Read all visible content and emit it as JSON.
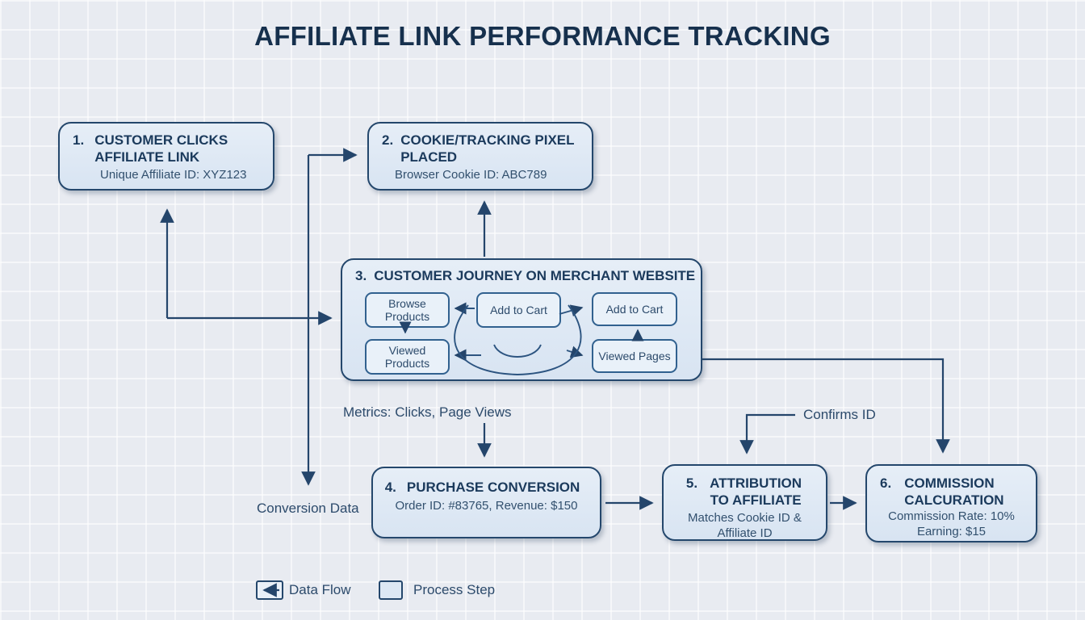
{
  "title": "AFFILIATE LINK PERFORMANCE TRACKING",
  "steps": [
    {
      "number": "1.",
      "title": "CUSTOMER CLICKS AFFILIATE LINK",
      "subtitle": "Unique Affiliate ID: XYZ123"
    },
    {
      "number": "2.",
      "title": "COOKIE/TRACKING PIXEL PLACED",
      "subtitle": "Browser Cookie ID: ABC789"
    },
    {
      "number": "3.",
      "title": "CUSTOMER JOURNEY ON MERCHANT WEBSITE"
    },
    {
      "number": "4.",
      "title": "PURCHASE CONVERSION",
      "subtitle": "Order ID: #83765, Revenue: $150"
    },
    {
      "number": "5.",
      "title": "ATTRIBUTION TO AFFILIATE",
      "subtitle": "Matches Cookie ID & Affiliate ID"
    },
    {
      "number": "6.",
      "title": "COMMISSION CALCURATION",
      "subtitle": "Commission Rate: 10%",
      "subtitle2": "Earning: $15"
    }
  ],
  "journey": {
    "nodes": [
      "Browse Products",
      "Add to Cart",
      "Add to Cart",
      "Viewed Products",
      "Viewed Pages"
    ]
  },
  "annotations": {
    "metrics": "Metrics: Clicks, Page Views",
    "confirms_id": "Confirms ID",
    "conversion_data": "Conversion Data"
  },
  "legend": {
    "data_flow": "Data Flow",
    "process_step": "Process Step",
    "data_flow_icon": "left-arrow-in-box",
    "process_step_icon": "empty-box"
  },
  "colors": {
    "background": "#e8ebf1",
    "box_fill": "#dde8f4",
    "box_border": "#24476c",
    "subbox_border": "#31618f",
    "heading_text": "#1b3a5c",
    "body_text": "#32506e",
    "connector": "#24456b",
    "title_text": "#16304d"
  }
}
